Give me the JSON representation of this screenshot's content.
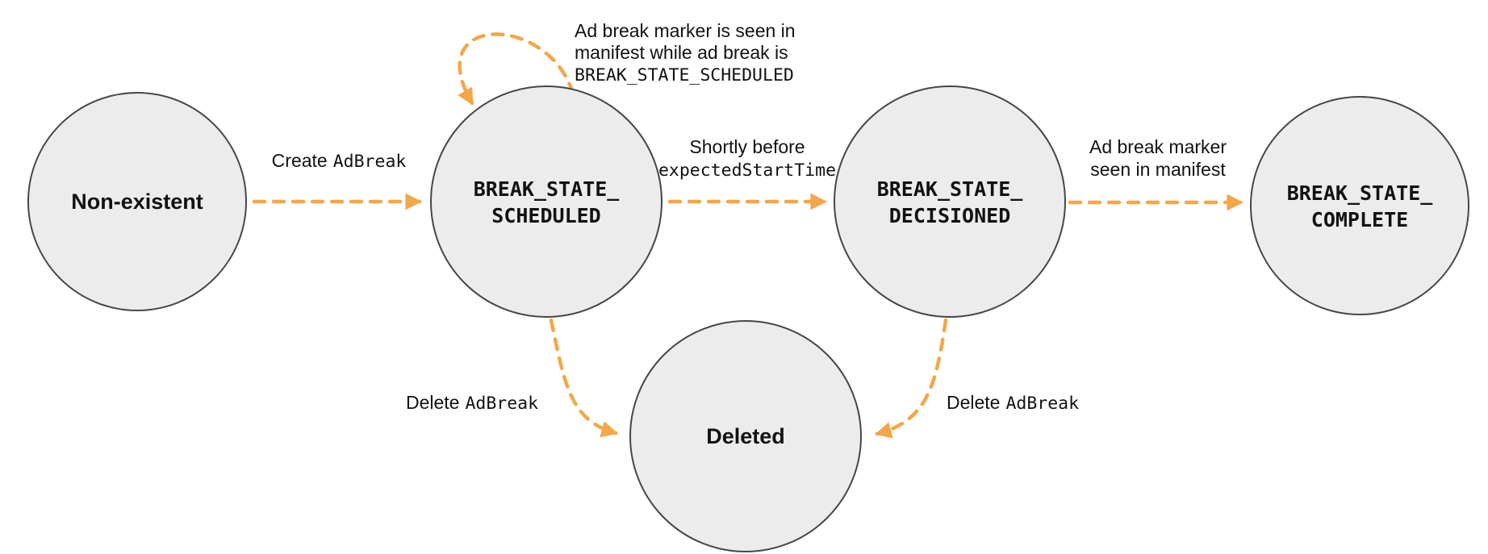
{
  "colors": {
    "arrow": "#F5A64A",
    "node_fill": "#ECECEC",
    "node_stroke": "#474747",
    "text": "#121212",
    "background": "#FFFFFF"
  },
  "nodes": {
    "non_existent": {
      "label": "Non-existent"
    },
    "scheduled": {
      "line1": "BREAK_STATE_",
      "line2": "SCHEDULED"
    },
    "decisioned": {
      "line1": "BREAK_STATE_",
      "line2": "DECISIONED"
    },
    "complete": {
      "line1": "BREAK_STATE_",
      "line2": "COMPLETE"
    },
    "deleted": {
      "label": "Deleted"
    }
  },
  "edges": {
    "create": {
      "text": "Create",
      "code": "AdBreak"
    },
    "marker_seen_loop": {
      "line1": "Ad break marker is seen in",
      "line2": "manifest while ad break is",
      "line3_code": "BREAK_STATE_SCHEDULED"
    },
    "shortly_before": {
      "line1": "Shortly before",
      "line2_code": "expectedStartTime"
    },
    "marker_seen": {
      "line1": "Ad break marker",
      "line2": "seen in manifest"
    },
    "delete_from_scheduled": {
      "text": "Delete",
      "code": "AdBreak"
    },
    "delete_from_decisioned": {
      "text": "Delete",
      "code": "AdBreak"
    }
  }
}
